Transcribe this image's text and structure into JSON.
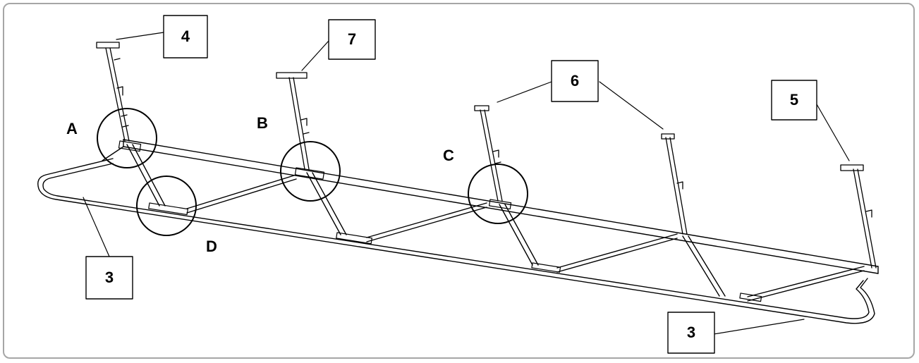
{
  "callouts": [
    "4",
    "7",
    "6",
    "5",
    "3",
    "3"
  ],
  "details": [
    "A",
    "B",
    "C",
    "D"
  ],
  "colors": {
    "line": "#000000",
    "frame": "#a6a6a6"
  }
}
